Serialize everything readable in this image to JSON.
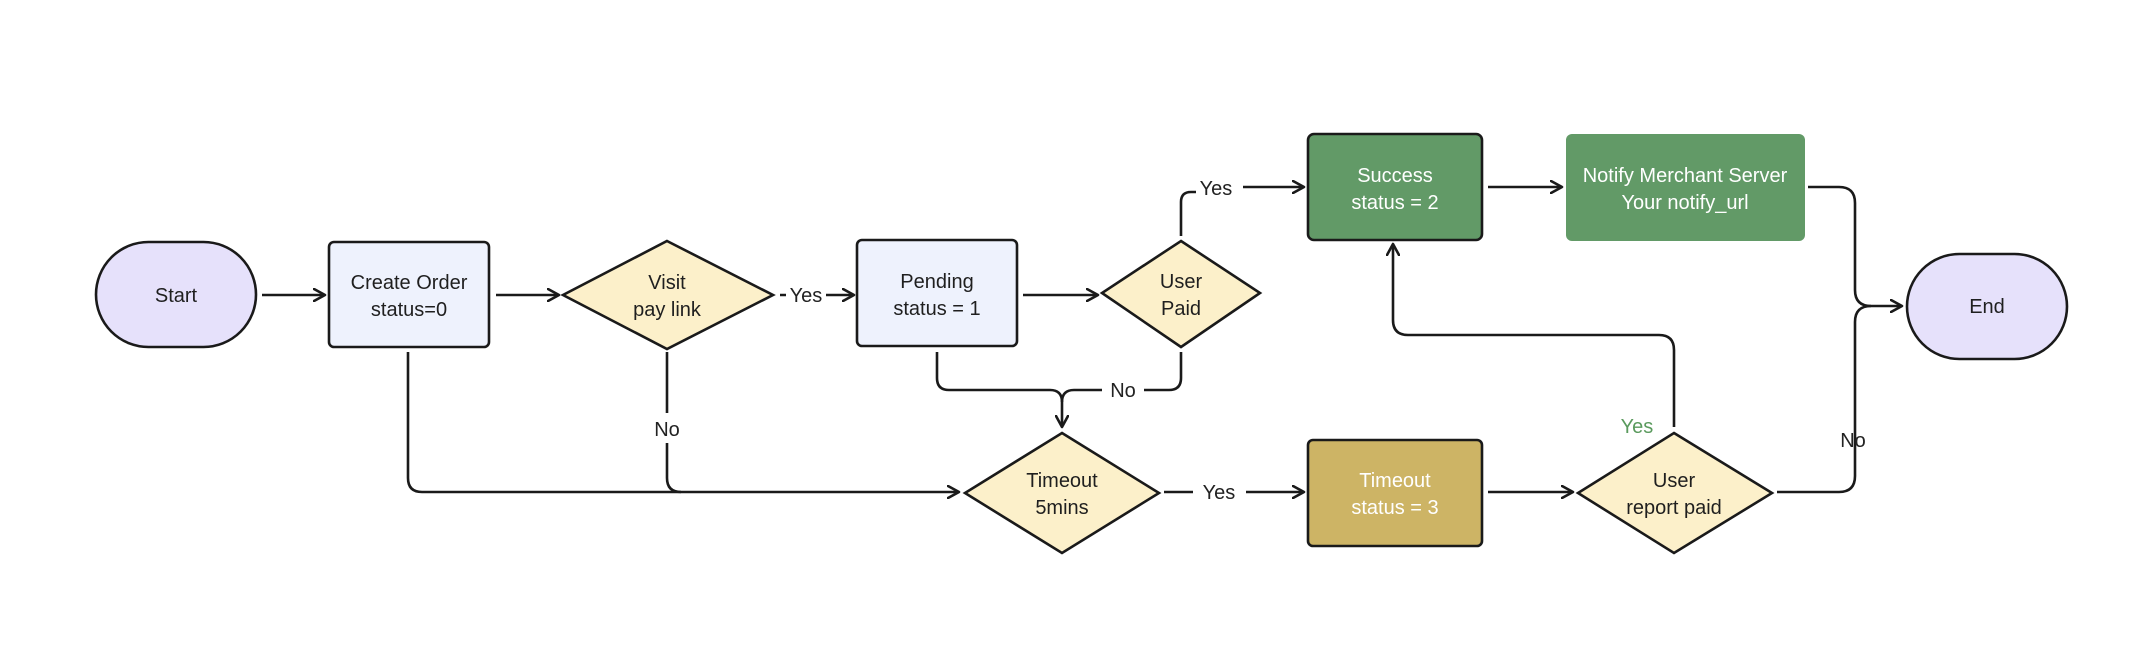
{
  "colors": {
    "terminal_fill": "#e6e1fb",
    "process_fill": "#eef2fd",
    "decision_fill": "#fcf0ca",
    "success_fill": "#629a67",
    "timeout_fill": "#cdb465",
    "stroke": "#1a1a1a",
    "yes_label_green": "#5a9a5d"
  },
  "nodes": {
    "start": {
      "lines": [
        "Start"
      ]
    },
    "create_order": {
      "lines": [
        "Create Order",
        "status=0"
      ]
    },
    "visit_pay_link": {
      "lines": [
        "Visit",
        "pay link"
      ]
    },
    "pending": {
      "lines": [
        "Pending",
        "status = 1"
      ]
    },
    "user_paid": {
      "lines": [
        "User",
        "Paid"
      ]
    },
    "success": {
      "lines": [
        "Success",
        "status = 2"
      ]
    },
    "notify": {
      "lines": [
        "Notify Merchant Server",
        "Your notify_url"
      ]
    },
    "end": {
      "lines": [
        "End"
      ]
    },
    "timeout_decision": {
      "lines": [
        "Timeout",
        "5mins"
      ]
    },
    "timeout_status": {
      "lines": [
        "Timeout",
        "status = 3"
      ]
    },
    "user_report_paid": {
      "lines": [
        "User",
        "report paid"
      ]
    }
  },
  "edge_labels": {
    "visit_yes": "Yes",
    "visit_no": "No",
    "paid_yes": "Yes",
    "paid_no": "No",
    "timeout_yes": "Yes",
    "report_yes": "Yes",
    "report_no": "No"
  }
}
